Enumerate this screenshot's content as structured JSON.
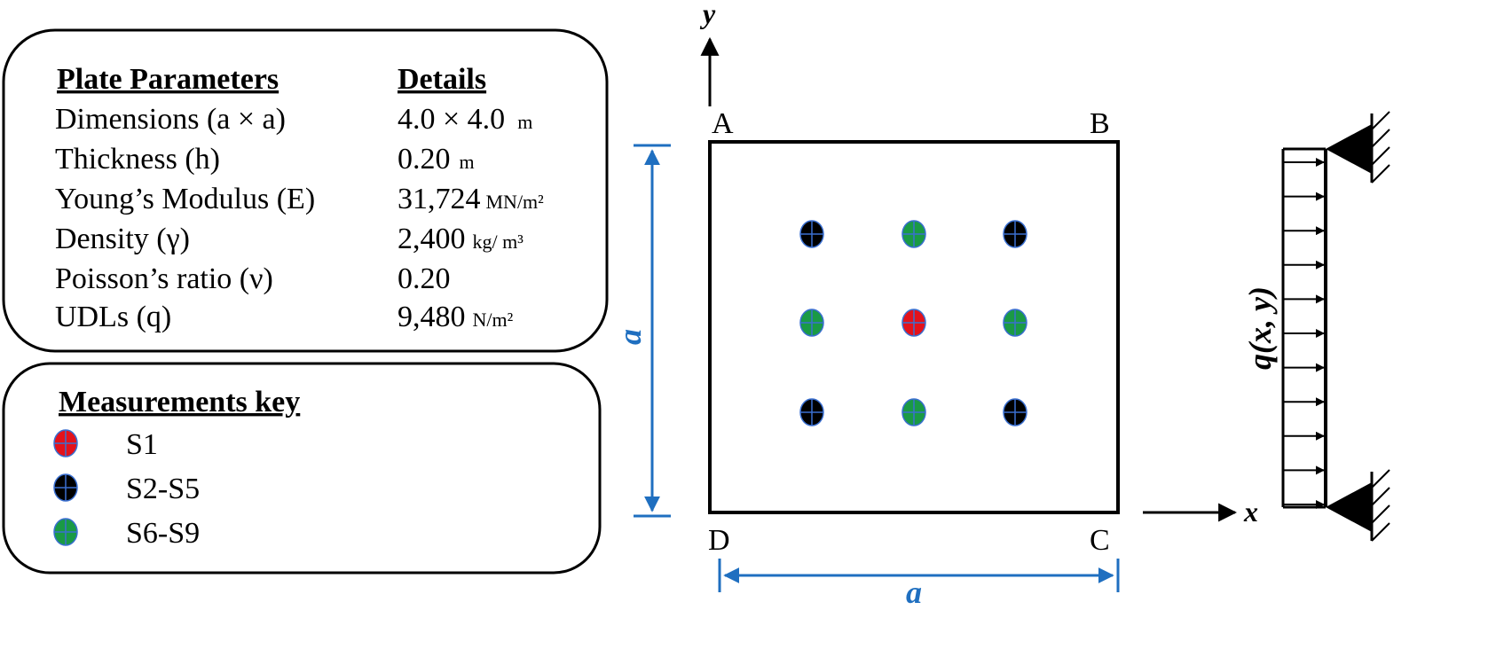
{
  "parameters": {
    "header_param": "Plate Parameters",
    "header_detail": "Details",
    "rows": [
      {
        "label": "Dimensions (a × a)",
        "value": "4.0 × 4.0",
        "unit": "m"
      },
      {
        "label": "Thickness (h)",
        "value": "0.20",
        "unit": "m"
      },
      {
        "label": "Young’s Modulus (E)",
        "value": "31,724",
        "unit": "MN/m²"
      },
      {
        "label": "Density (γ)",
        "value": "2,400",
        "unit": "kg/ m³"
      },
      {
        "label": "Poisson’s ratio (ν)",
        "value": "0.20",
        "unit": ""
      },
      {
        "label": "UDLs (q)",
        "value": "9,480",
        "unit": "N/m²"
      }
    ]
  },
  "key": {
    "title": "Measurements key",
    "items": [
      {
        "label": "S1",
        "color": "#e3121b"
      },
      {
        "label": "S2-S5",
        "color": "#000000"
      },
      {
        "label": "S6-S9",
        "color": "#1a9a45"
      }
    ]
  },
  "plate": {
    "corners": {
      "A": "A",
      "B": "B",
      "C": "C",
      "D": "D"
    },
    "dim_label": "a",
    "axis_x": "x",
    "axis_y": "y",
    "load_label": "q(x, y)",
    "sensors": [
      {
        "id": "S2",
        "group": "black",
        "row": 0,
        "col": 0
      },
      {
        "id": "S6",
        "group": "green",
        "row": 0,
        "col": 1
      },
      {
        "id": "S3",
        "group": "black",
        "row": 0,
        "col": 2
      },
      {
        "id": "S7",
        "group": "green",
        "row": 1,
        "col": 0
      },
      {
        "id": "S1",
        "group": "red",
        "row": 1,
        "col": 1
      },
      {
        "id": "S8",
        "group": "green",
        "row": 1,
        "col": 2
      },
      {
        "id": "S4",
        "group": "black",
        "row": 2,
        "col": 0
      },
      {
        "id": "S9",
        "group": "green",
        "row": 2,
        "col": 1
      },
      {
        "id": "S5",
        "group": "black",
        "row": 2,
        "col": 2
      }
    ]
  },
  "colors": {
    "red": "#e3121b",
    "black": "#000000",
    "green": "#1a9a45",
    "dimension": "#1f6fc0",
    "sensor_cross": "#3a6fd0"
  }
}
